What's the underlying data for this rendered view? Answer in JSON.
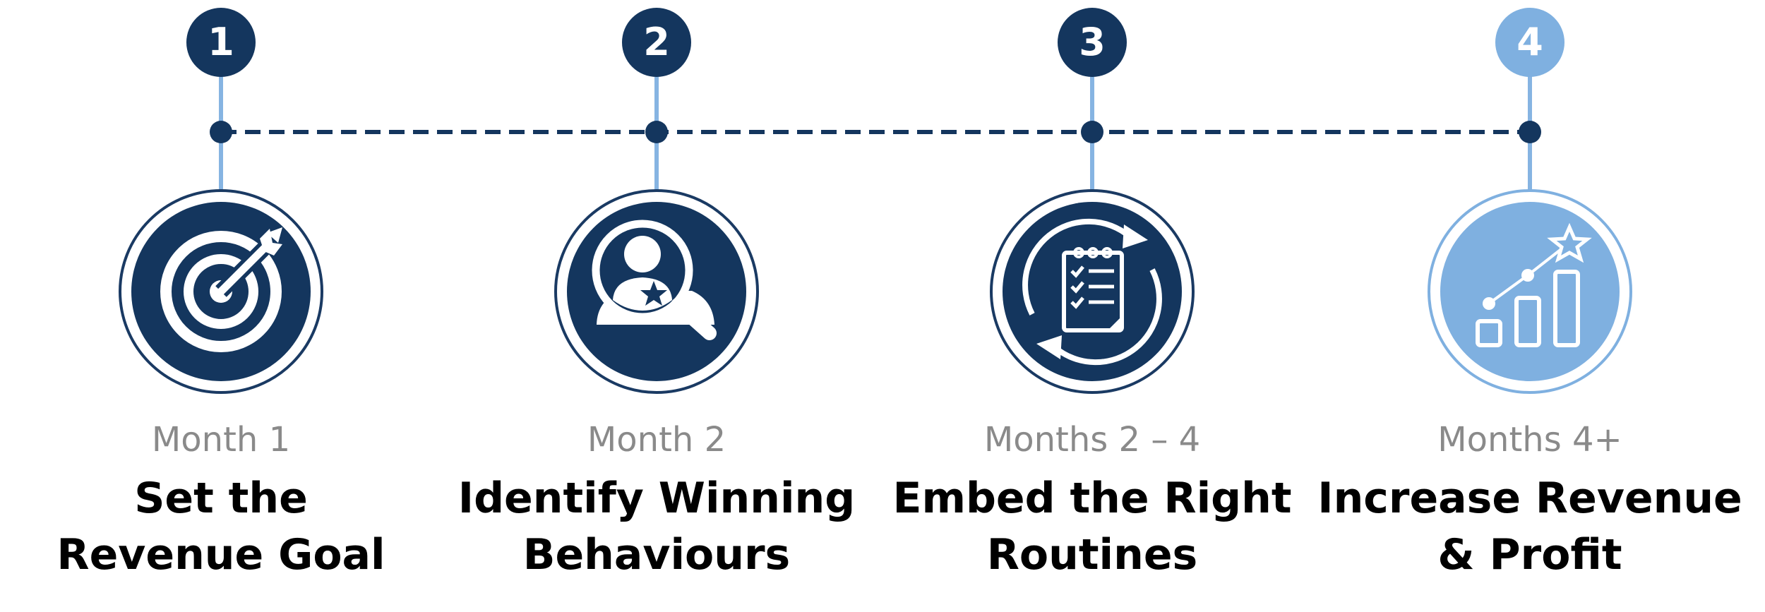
{
  "colors": {
    "dark": "#14365e",
    "light": "#7fb0e0",
    "ring": "#1a3a63",
    "stem_light": "#86b4e2"
  },
  "steps": [
    {
      "number": "1",
      "month": "Month 1",
      "title_lines": [
        "Set the",
        "Revenue Goal"
      ],
      "icon": "target-arrow-icon",
      "style": "dark"
    },
    {
      "number": "2",
      "month": "Month 2",
      "title_lines": [
        "Identify Winning",
        "Behaviours"
      ],
      "icon": "magnifier-person-icon",
      "style": "dark"
    },
    {
      "number": "3",
      "month": "Months 2 – 4",
      "title_lines": [
        "Embed the Right",
        "Routines"
      ],
      "icon": "checklist-cycle-icon",
      "style": "dark"
    },
    {
      "number": "4",
      "month": "Months 4+",
      "title_lines": [
        "Increase Revenue",
        "& Profit"
      ],
      "icon": "growth-chart-icon",
      "style": "light"
    }
  ]
}
